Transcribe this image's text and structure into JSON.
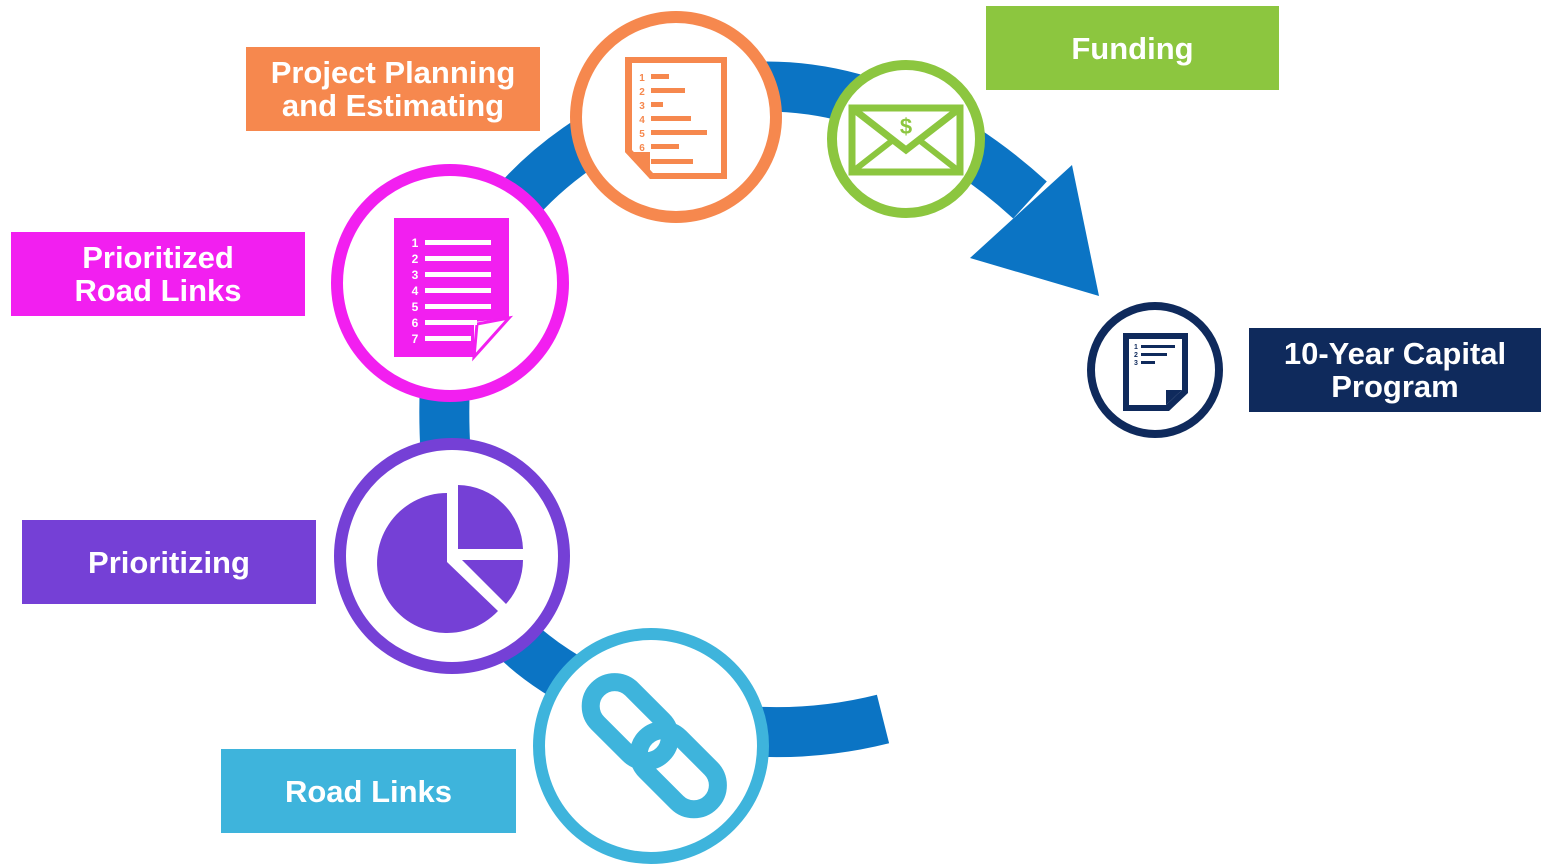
{
  "diagram": {
    "colors": {
      "arc": "#0b74c4",
      "road_links": "#3eb4dc",
      "prioritizing": "#7540d6",
      "prioritized": "#f21ff0",
      "planning": "#f6884e",
      "funding": "#8cc63f",
      "program": "#0f2a5c"
    },
    "steps": [
      {
        "id": "road-links",
        "label": "Road Links",
        "icon": "chain-link-icon"
      },
      {
        "id": "prioritizing",
        "label": "Prioritizing",
        "icon": "pie-chart-icon"
      },
      {
        "id": "prioritized-road-links",
        "label": "Prioritized\nRoad Links",
        "icon": "numbered-list-document-icon",
        "icon_numbers": [
          "1",
          "2",
          "3",
          "4",
          "5",
          "6",
          "7"
        ]
      },
      {
        "id": "project-planning",
        "label": "Project Planning\nand Estimating",
        "icon": "estimate-document-icon",
        "icon_numbers": [
          "1",
          "2",
          "3",
          "4",
          "5",
          "6"
        ]
      },
      {
        "id": "funding",
        "label": "Funding",
        "icon": "money-envelope-icon",
        "icon_symbol": "$"
      },
      {
        "id": "capital-program",
        "label": "10-Year Capital\nProgram",
        "icon": "program-document-icon",
        "icon_numbers": [
          "1",
          "2",
          "3"
        ]
      }
    ]
  }
}
